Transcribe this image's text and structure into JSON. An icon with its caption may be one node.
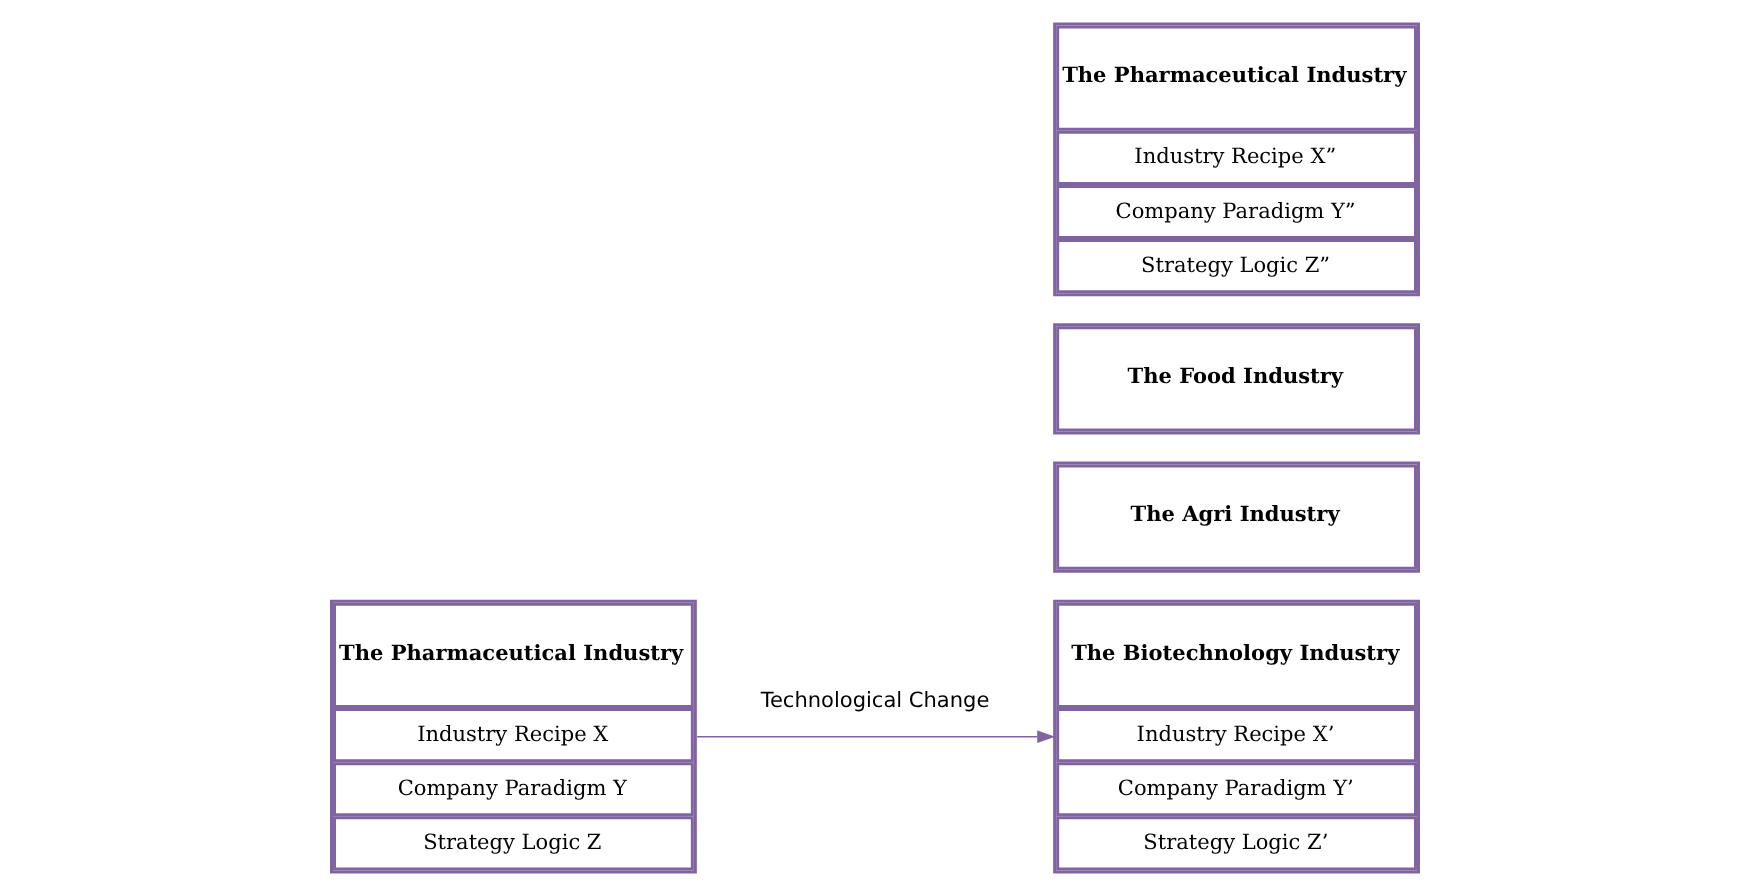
{
  "diagram": {
    "nodes": [
      {
        "text": [
          "The Pharmaceutical Industry",
          "Industry Recipe X",
          "Company Paradigm Y",
          "Strategy Logic Z"
        ]
      },
      {
        "text": [
          "The Agri Industry"
        ]
      },
      {
        "text": [
          "The Food Industry"
        ]
      },
      {
        "text": [
          "The Pharmaceutical Industry",
          "Industry Recipe X”",
          "Company Paradigm Y”",
          "Strategy Logic Z”"
        ]
      },
      {
        "text": [
          "The Biotechnology Industry",
          "Industry Recipe X’",
          "Company Paradigm Y’",
          "Strategy Logic Z’"
        ]
      }
    ],
    "edges": [
      {
        "from": 0,
        "to": 4,
        "label": "Technological Change",
        "arrow": "to"
      }
    ]
  }
}
